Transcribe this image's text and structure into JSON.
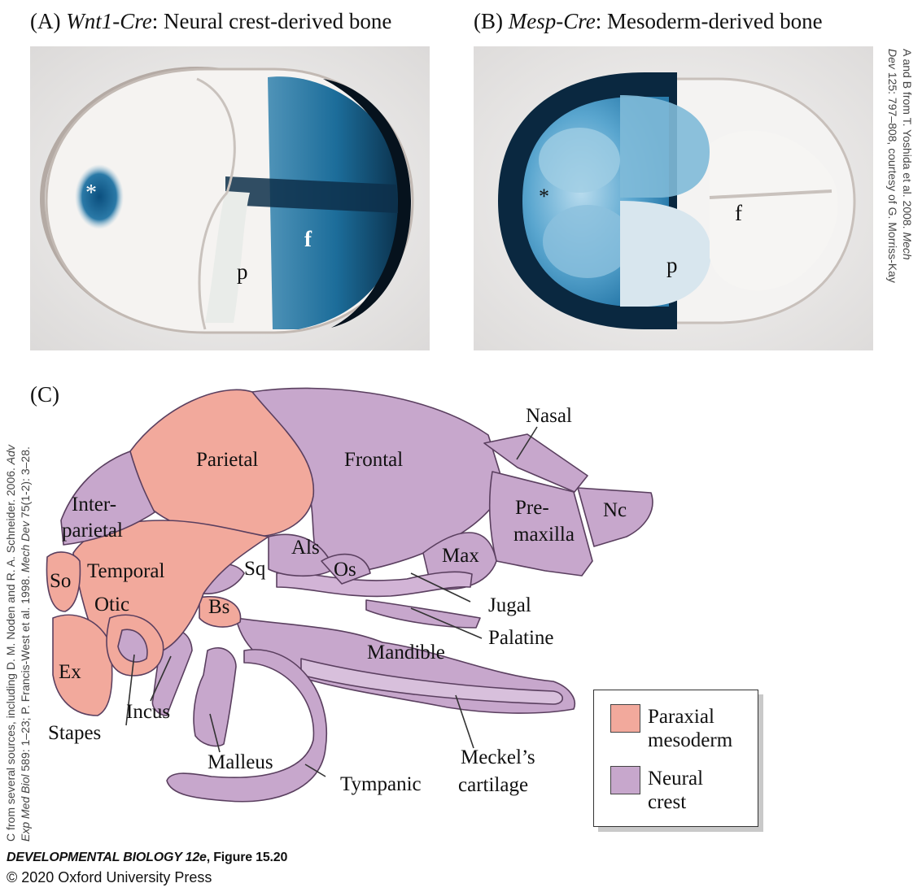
{
  "panels": {
    "a": {
      "letter": "(A)",
      "gene": "Wnt1-Cre",
      "rest": ": Neural crest-derived bone",
      "labels": {
        "star": "*",
        "p": "p",
        "f": "f"
      }
    },
    "b": {
      "letter": "(B)",
      "gene": "Mesp-Cre",
      "rest": ": Mesoderm-derived bone",
      "labels": {
        "star": "*",
        "p": "p",
        "f": "f"
      }
    },
    "c": {
      "letter": "(C)"
    }
  },
  "credits": {
    "ab_line1_a": "A and B from T. Yoshida et al. 2008. ",
    "ab_line1_b": "Mech",
    "ab_line2_a": "Dev",
    "ab_line2_b": " 125: 797–808, courtesy of G. Morriss-Kay",
    "c_line1_a": "C from several sources, including D. M. Noden and R. A. Schneider. 2006. ",
    "c_line1_b": "Adv",
    "c_line2_a": "Exp Med Biol",
    "c_line2_b": " 589: 1–23; P. Francis-West et al. 1998. ",
    "c_line2_c": "Mech Dev",
    "c_line2_d": " 75(1-2): 3–28."
  },
  "bones": {
    "parietal": "Parietal",
    "frontal": "Frontal",
    "nasal": "Nasal",
    "inter1": "Inter-",
    "inter2": "parietal",
    "pre1": "Pre-",
    "pre2": "maxilla",
    "nc": "Nc",
    "so": "So",
    "temporal": "Temporal",
    "sq": "Sq",
    "als": "Als",
    "os": "Os",
    "max": "Max",
    "otic": "Otic",
    "bs": "Bs",
    "jugal": "Jugal",
    "palatine": "Palatine",
    "mandible": "Mandible",
    "ex": "Ex",
    "incus": "Incus",
    "stapes": "Stapes",
    "malleus": "Malleus",
    "tympanic": "Tympanic",
    "meckel1": "Meckel’s",
    "meckel2": "cartilage"
  },
  "legend": {
    "items": [
      {
        "line1": "Paraxial",
        "line2": "mesoderm",
        "color": "#f2a99c"
      },
      {
        "line1": "Neural",
        "line2": "crest",
        "color": "#c7a7cc"
      }
    ]
  },
  "colors": {
    "paraxial_mesoderm": "#f2a99c",
    "neural_crest": "#c7a7cc",
    "lacz_stain": "#0e5f8c"
  },
  "footer": {
    "book": "DEVELOPMENTAL BIOLOGY 12e",
    "fig": ", Figure 15.20",
    "copyright": "© 2020 Oxford University Press"
  }
}
